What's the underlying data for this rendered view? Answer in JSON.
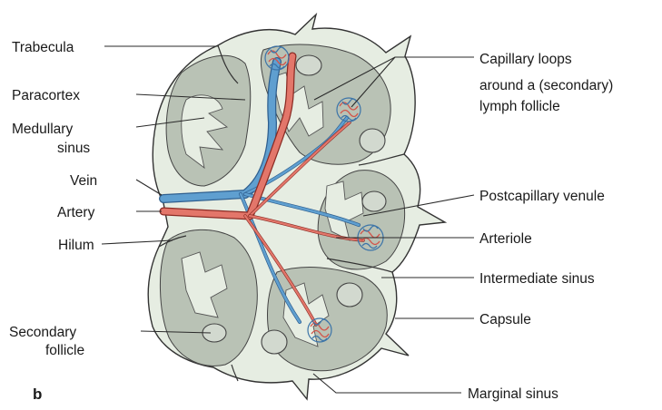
{
  "panel_letter": "b",
  "labels": {
    "trabecula": "Trabecula",
    "paracortex": "Paracortex",
    "medullary_sinus_1": "Medullary",
    "medullary_sinus_2": "sinus",
    "vein": "Vein",
    "artery": "Artery",
    "hilum": "Hilum",
    "secondary_follicle_1": "Secondary",
    "secondary_follicle_2": "follicle",
    "capillary_loops_1": "Capillary loops",
    "capillary_loops_2": "around a (secondary)",
    "capillary_loops_3": "lymph follicle",
    "postcapillary_venule": "Postcapillary venule",
    "arteriole": "Arteriole",
    "intermediate_sinus": "Intermediate sinus",
    "capsule": "Capsule",
    "marginal_sinus": "Marginal sinus"
  },
  "colors": {
    "capsule_fill": "#e6ede2",
    "cortex_fill": "#b9c2b5",
    "vein": "#5f9fd0",
    "artery": "#e3766a"
  }
}
